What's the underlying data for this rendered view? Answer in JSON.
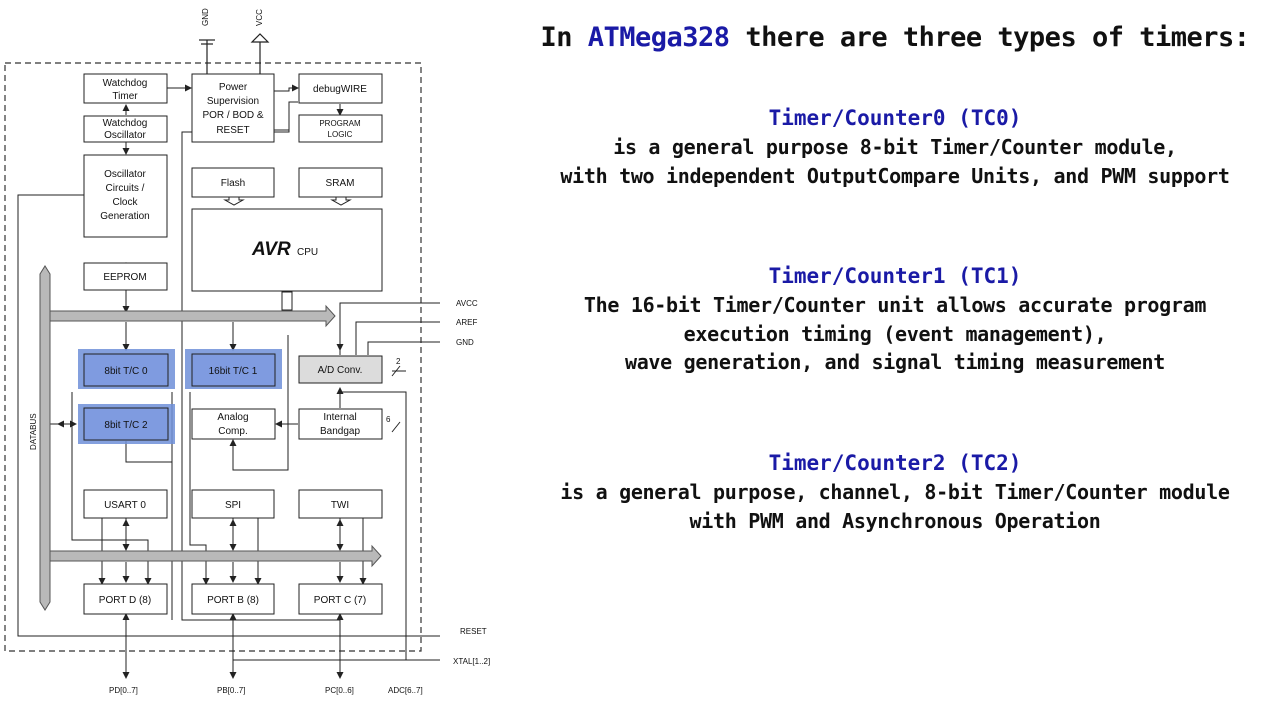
{
  "title": {
    "prefix": "In ",
    "accent": "ATMega328",
    "suffix": " there are three types of timers:",
    "accent_color": "#1a1aa6"
  },
  "timers": [
    {
      "heading": "Timer/Counter0 (TC0)",
      "lines": [
        "is a general purpose 8-bit Timer/Counter module,",
        "with two independent OutputCompare Units, and PWM support"
      ]
    },
    {
      "heading": "Timer/Counter1 (TC1)",
      "lines": [
        "The 16-bit Timer/Counter unit allows accurate program",
        "execution timing (event management),",
        "wave generation, and signal timing measurement"
      ]
    },
    {
      "heading": "Timer/Counter2 (TC2)",
      "lines": [
        "is a general purpose, channel, 8-bit Timer/Counter module",
        "with PWM and Asynchronous Operation"
      ]
    }
  ],
  "diagram": {
    "highlight_color": "#6f8fd8",
    "supply": {
      "gnd": "GND",
      "vcc": "VCC"
    },
    "blocks": {
      "watchdog_timer": [
        "Watchdog",
        "Timer"
      ],
      "watchdog_osc": [
        "Watchdog",
        "Oscillator"
      ],
      "osc_circuits": [
        "Oscillator",
        "Circuits /",
        "Clock",
        "Generation"
      ],
      "power_supervision": [
        "Power",
        "Supervision",
        "POR / BOD &",
        "RESET"
      ],
      "debugwire": "debugWIRE",
      "program_logic": [
        "PROGRAM",
        "LOGIC"
      ],
      "flash": "Flash",
      "sram": "SRAM",
      "avr_logo": "AVR",
      "cpu": "CPU",
      "eeprom": "EEPROM",
      "tc0": "8bit T/C 0",
      "tc1": "16bit T/C 1",
      "tc2": "8bit T/C 2",
      "adc": "A/D Conv.",
      "analog_comp": [
        "Analog",
        "Comp."
      ],
      "internal_bandgap": [
        "Internal",
        "Bandgap"
      ],
      "usart": "USART 0",
      "spi": "SPI",
      "twi": "TWI",
      "portd": "PORT D (8)",
      "portb": "PORT B (8)",
      "portc": "PORT C (7)"
    },
    "databus": "DATABUS",
    "signals": {
      "avcc": "AVCC",
      "aref": "AREF",
      "gnd": "GND",
      "reset": "RESET",
      "xtal": "XTAL[1..2]",
      "bus2": "2",
      "bus6": "6"
    },
    "pins": {
      "pd": "PD[0..7]",
      "pb": "PB[0..7]",
      "pc": "PC[0..6]",
      "adc": "ADC[6..7]"
    }
  }
}
